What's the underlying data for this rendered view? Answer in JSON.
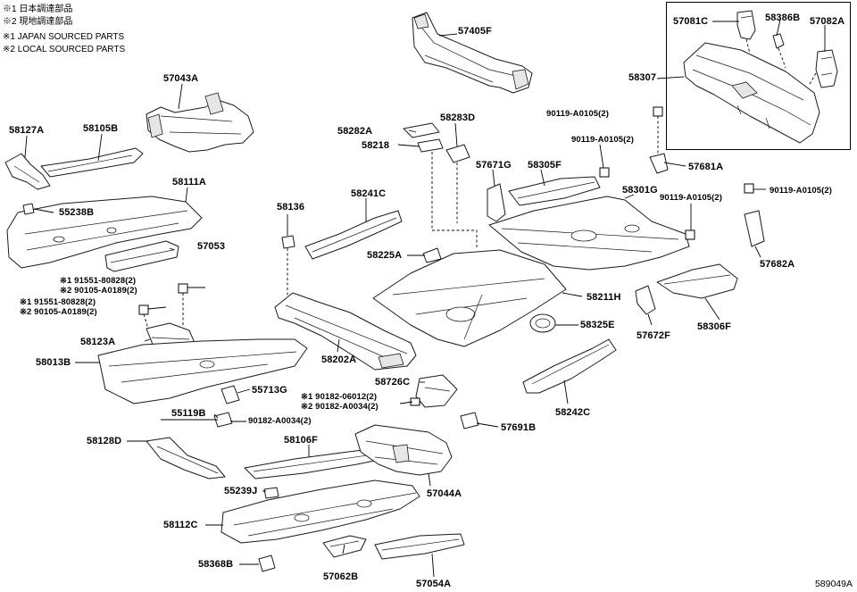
{
  "legend": {
    "l1": "※1 日本調達部品",
    "l2": "※2 現地調達部品",
    "l3": "※1 JAPAN SOURCED PARTS",
    "l4": "※2 LOCAL SOURCED PARTS"
  },
  "diagram_id": "589049A",
  "labels": {
    "p57405F": "57405F",
    "p57081C": "57081C",
    "p58386B": "58386B",
    "p57082A": "57082A",
    "p58307": "58307",
    "p57043A": "57043A",
    "p58127A": "58127A",
    "p58105B": "58105B",
    "p90119_a": "90119-A0105(2)",
    "p58282A": "58282A",
    "p58283D": "58283D",
    "p58218": "58218",
    "p90119_b": "90119-A0105(2)",
    "p57671G": "57671G",
    "p58305F": "58305F",
    "p57681A": "57681A",
    "p58111A": "58111A",
    "p58241C": "58241C",
    "p58136": "58136",
    "p58301G": "58301G",
    "p90119_c": "90119-A0105(2)",
    "p90119_d": "90119-A0105(2)",
    "p55238B": "55238B",
    "p57053": "57053",
    "p58225A": "58225A",
    "p57682A": "57682A",
    "p91551_a": "※1 91551-80828(2)",
    "p90105_a": "※2 90105-A0189(2)",
    "p91551_b": "※1 91551-80828(2)",
    "p90105_b": "※2 90105-A0189(2)",
    "p58211H": "58211H",
    "p58325E": "58325E",
    "p58306F": "58306F",
    "p57672F": "57672F",
    "p58123A": "58123A",
    "p58013B": "58013B",
    "p58202A": "58202A",
    "p55713G": "55713G",
    "p58726C": "58726C",
    "p58242C": "58242C",
    "p90182_a": "※1 90182-06012(2)",
    "p90182_b": "※2 90182-A0034(2)",
    "p55119B": "55119B",
    "p90182_c": "90182-A0034(2)",
    "p57691B": "57691B",
    "p58128D": "58128D",
    "p58106F": "58106F",
    "p57044A": "57044A",
    "p55239J": "55239J",
    "p58112C": "58112C",
    "p58368B": "58368B",
    "p57062B": "57062B",
    "p57054A": "57054A"
  }
}
